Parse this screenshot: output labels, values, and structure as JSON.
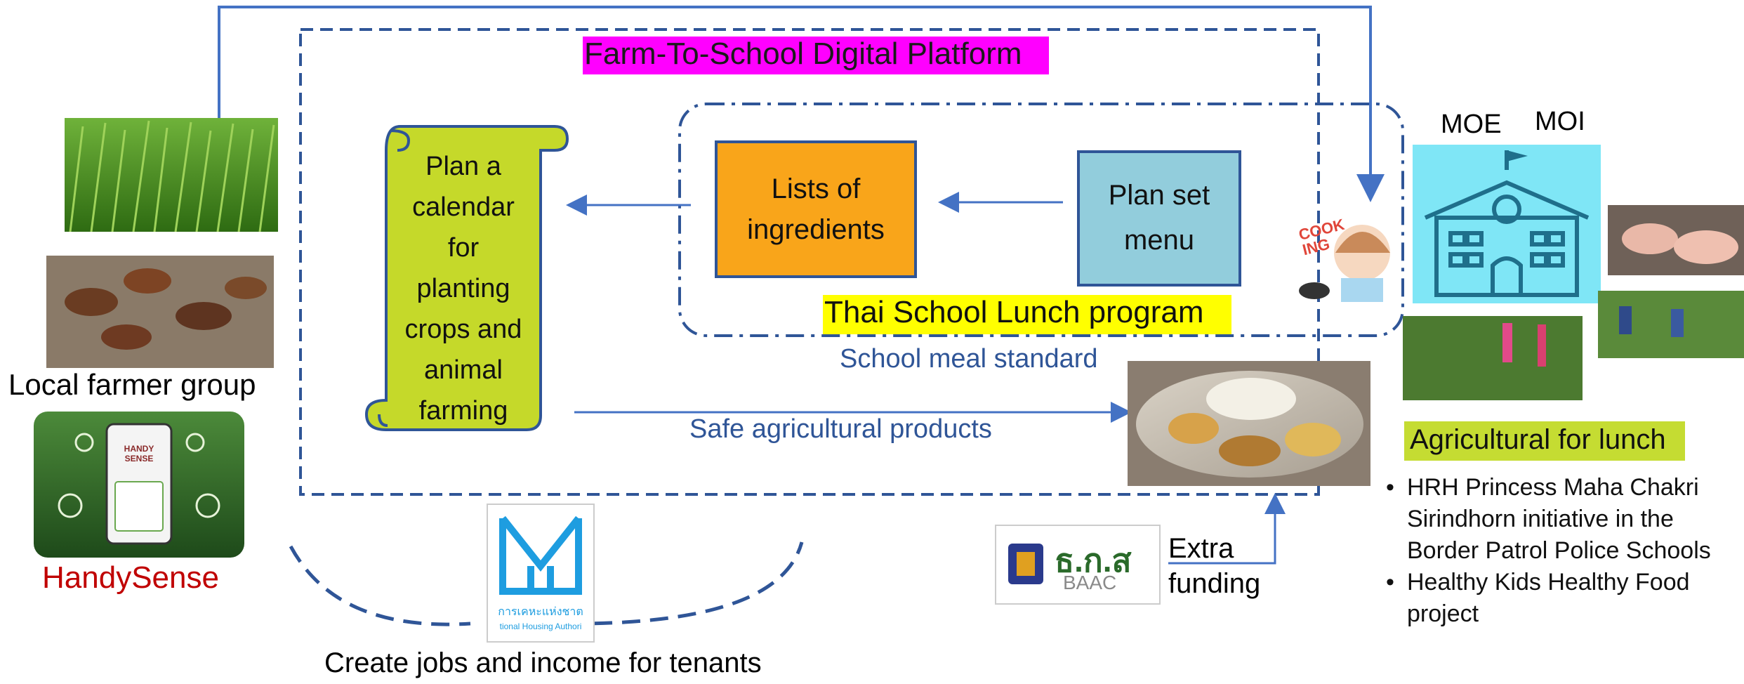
{
  "platform_title": "Farm-To-School Digital Platform",
  "scroll_text": [
    "Plan a",
    "calendar",
    "for",
    "planting",
    "crops and",
    "animal",
    "farming"
  ],
  "ingredients_box": [
    "Lists of",
    "ingredients"
  ],
  "menu_box": [
    "Plan set",
    "menu"
  ],
  "lunch_program": "Thai School Lunch program",
  "meal_standard": "School meal standard",
  "safe_products": "Safe agricultural products",
  "local_farmer": "Local farmer group",
  "handysense": "HandySense",
  "handy_logo": [
    "HANDY",
    "SENSE"
  ],
  "cooking_sticker": [
    "COOK",
    "ING"
  ],
  "ministries": {
    "moe": "MOE",
    "moi": "MOI"
  },
  "agri_lunch": "Agricultural for lunch",
  "bullets": [
    [
      "HRH Princess Maha Chakri",
      "Sirindhorn initiative in the",
      "Border Patrol Police Schools"
    ],
    [
      "Healthy Kids Healthy Food",
      "project"
    ]
  ],
  "create_jobs": "Create jobs and income for tenants",
  "housing_logo_text": [
    "การเคหะแห่งชาต",
    "tional Housing Authori"
  ],
  "baac_logo": {
    "thai": "ธ.ก.ส",
    "latin": "BAAC"
  },
  "extra_funding": [
    "Extra",
    "funding"
  ],
  "colors": {
    "dashed_line": "#2f5597",
    "arrow": "#4472c4",
    "scroll_fill": "#c5d92a",
    "ingredients_fill": "#f9a51a",
    "menu_fill": "#92cddc",
    "platform_highlight": "#ff00ff",
    "program_highlight": "#ffff00",
    "agri_highlight": "#c5dc32",
    "text_blue": "#2f5597",
    "handysense_red": "#c00000",
    "school_bg": "#7fe6f6"
  }
}
